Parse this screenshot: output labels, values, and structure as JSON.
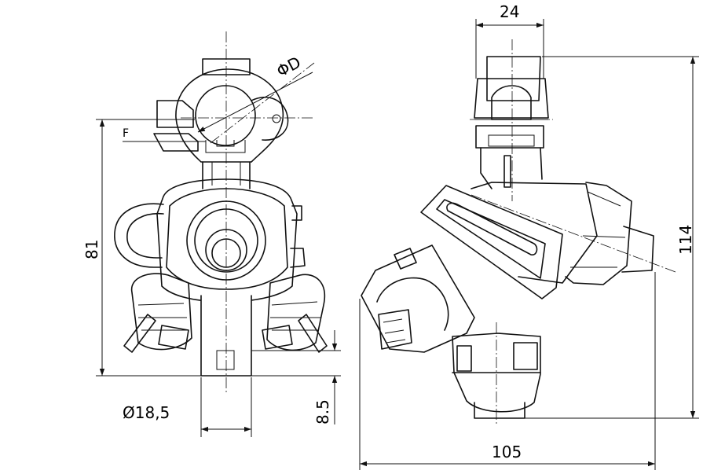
{
  "labels": {
    "dim_top_width": "24",
    "dim_diameter_clamp": "ΦD",
    "dim_flat": "F",
    "dim_height_front": "81",
    "dim_height_side": "114",
    "dim_width_side": "105",
    "dim_outlet_diameter": "Ø18,5",
    "dim_outlet_length": "8.5"
  }
}
